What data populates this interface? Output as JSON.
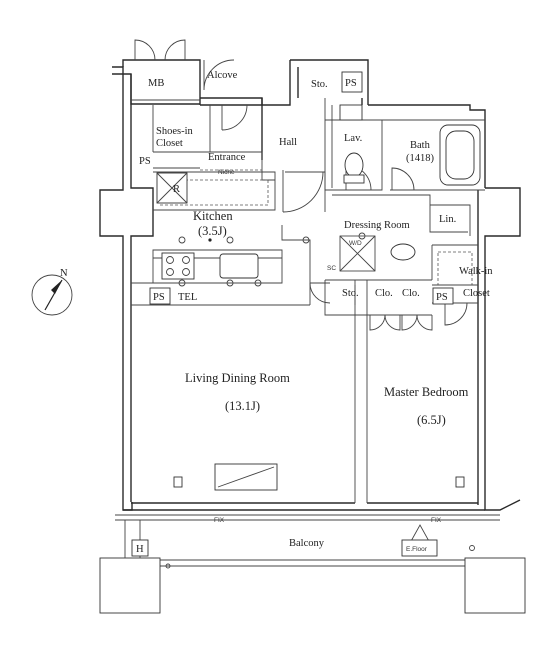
{
  "rooms": {
    "mb": "MB",
    "alcove": "Alcove",
    "sto_top": "Sto.",
    "ps_top": "PS",
    "shoes_in_line1": "Shoes-in",
    "shoes_in_line2": "Closet",
    "hall": "Hall",
    "lav": "Lav.",
    "bath": "Bath",
    "bath_size": "(1418)",
    "ps_entrance": "PS",
    "entrance": "Entrance",
    "niche": "Niche",
    "refrigerator": "R",
    "kitchen": "Kitchen",
    "kitchen_size": "(3.5J)",
    "dressing_room": "Dressing Room",
    "lin": "Lin.",
    "washer": "W/D",
    "sc": "SC",
    "walk_in_line1": "Walk-in",
    "walk_in_line2": "Closet",
    "sto_mid": "Sto.",
    "clo1": "Clo.",
    "clo2": "Clo.",
    "ps_walkin": "PS",
    "ps_living": "PS",
    "tel": "TEL",
    "living": "Living Dining Room",
    "living_size": "(13.1J)",
    "master": "Master Bedroom",
    "master_size": "(6.5J)",
    "fix_left": "FIX",
    "fix_right": "FIX",
    "balcony": "Balcony",
    "hatch": "H",
    "e_floor": "E.Floor",
    "compass": "N"
  }
}
